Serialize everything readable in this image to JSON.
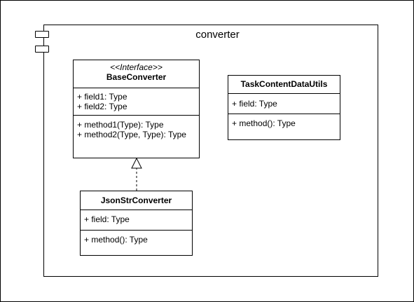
{
  "component": {
    "title": "converter"
  },
  "classes": {
    "base_converter": {
      "stereotype": "<<Interface>>",
      "name": "BaseConverter",
      "fields": [
        "+ field1: Type",
        "+ field2: Type"
      ],
      "methods": [
        "+ method1(Type): Type",
        "+ method2(Type, Type): Type"
      ]
    },
    "task_content_data_utils": {
      "name": "TaskContentDataUtils",
      "fields": [
        "+ field: Type"
      ],
      "methods": [
        "+ method(): Type"
      ]
    },
    "json_str_converter": {
      "name": "JsonStrConverter",
      "fields": [
        "+ field: Type"
      ],
      "methods": [
        "+ method(): Type"
      ]
    }
  },
  "relations": [
    {
      "type": "realization",
      "from": "JsonStrConverter",
      "to": "BaseConverter",
      "line_style": "dashed",
      "arrowhead": "hollow-triangle"
    }
  ],
  "colors": {
    "stroke": "#000000",
    "background": "#ffffff"
  }
}
